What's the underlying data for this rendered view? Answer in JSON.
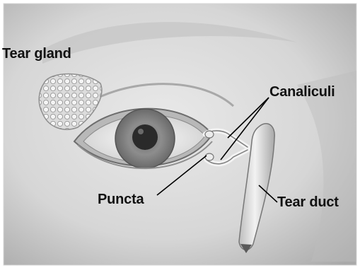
{
  "labels": {
    "tear_gland": "Tear gland",
    "canaliculi": "Canaliculi",
    "puncta": "Puncta",
    "tear_duct": "Tear duct"
  },
  "colors": {
    "skin_light": "#e6e6e6",
    "skin_mid": "#cfcfcf",
    "skin_dark": "#9a9a9a",
    "iris": "#8f8f8f",
    "pupil": "#2a2a2a",
    "label_text": "#111111",
    "leader_line": "#000000"
  }
}
